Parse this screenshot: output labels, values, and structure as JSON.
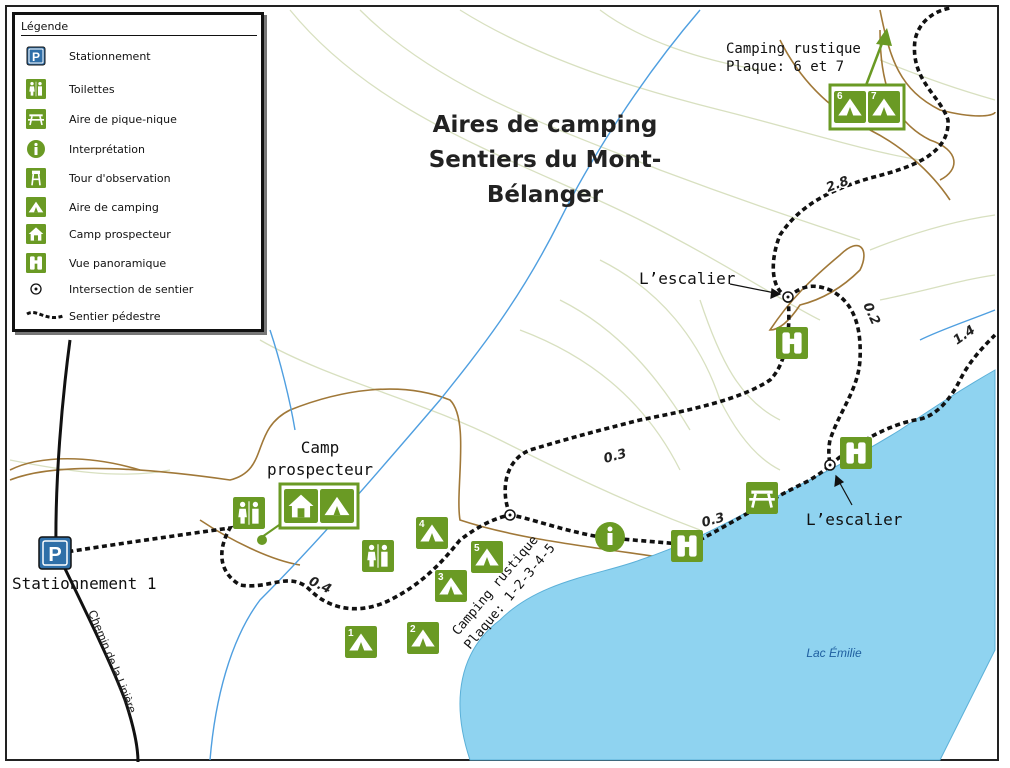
{
  "map": {
    "title_line1": "Aires de camping",
    "title_line2": "Sentiers du Mont-Bélanger",
    "lake_label": "Lac Émilie",
    "road_label": "Chemin de la Linière",
    "parking_label": "Stationnement 1",
    "camp_prospecteur_line1": "Camp",
    "camp_prospecteur_line2": "prospecteur",
    "camping_rustique_ne_line1": "Camping rustique",
    "camping_rustique_ne_line2": "Plaque: 6 et 7",
    "camping_rustique_s_line1": "Camping rustique",
    "camping_rustique_s_line2": "Plaque: 1-2-3-4-5",
    "escalier_top": "L’escalier",
    "escalier_bottom": "L’escalier",
    "distances": [
      "2.8",
      "0.2",
      "1.4",
      "0.3",
      "0.3",
      "0.4"
    ],
    "site_numbers": [
      "1",
      "2",
      "3",
      "4",
      "5",
      "6",
      "7"
    ]
  },
  "legend": {
    "title": "Légende",
    "items": [
      {
        "icon": "parking-icon",
        "label": "Stationnement"
      },
      {
        "icon": "toilets-icon",
        "label": "Toilettes"
      },
      {
        "icon": "picnic-icon",
        "label": "Aire de pique-nique"
      },
      {
        "icon": "info-icon",
        "label": "Interprétation"
      },
      {
        "icon": "tower-icon",
        "label": "Tour d'observation"
      },
      {
        "icon": "tent-icon",
        "label": "Aire de camping"
      },
      {
        "icon": "house-icon",
        "label": "Camp prospecteur"
      },
      {
        "icon": "binoculars-icon",
        "label": "Vue panoramique"
      },
      {
        "icon": "intersection-icon",
        "label": "Intersection de sentier"
      },
      {
        "icon": "trail-icon",
        "label": "Sentier pédestre"
      }
    ]
  },
  "colors": {
    "icon_green": "#6a9a24",
    "lake_blue": "#8fd3f0",
    "river_blue": "#4f9fe0",
    "contour_brown": "#a07838",
    "contour_light": "#d8e0c0",
    "parking_blue": "#2f6fa8"
  }
}
